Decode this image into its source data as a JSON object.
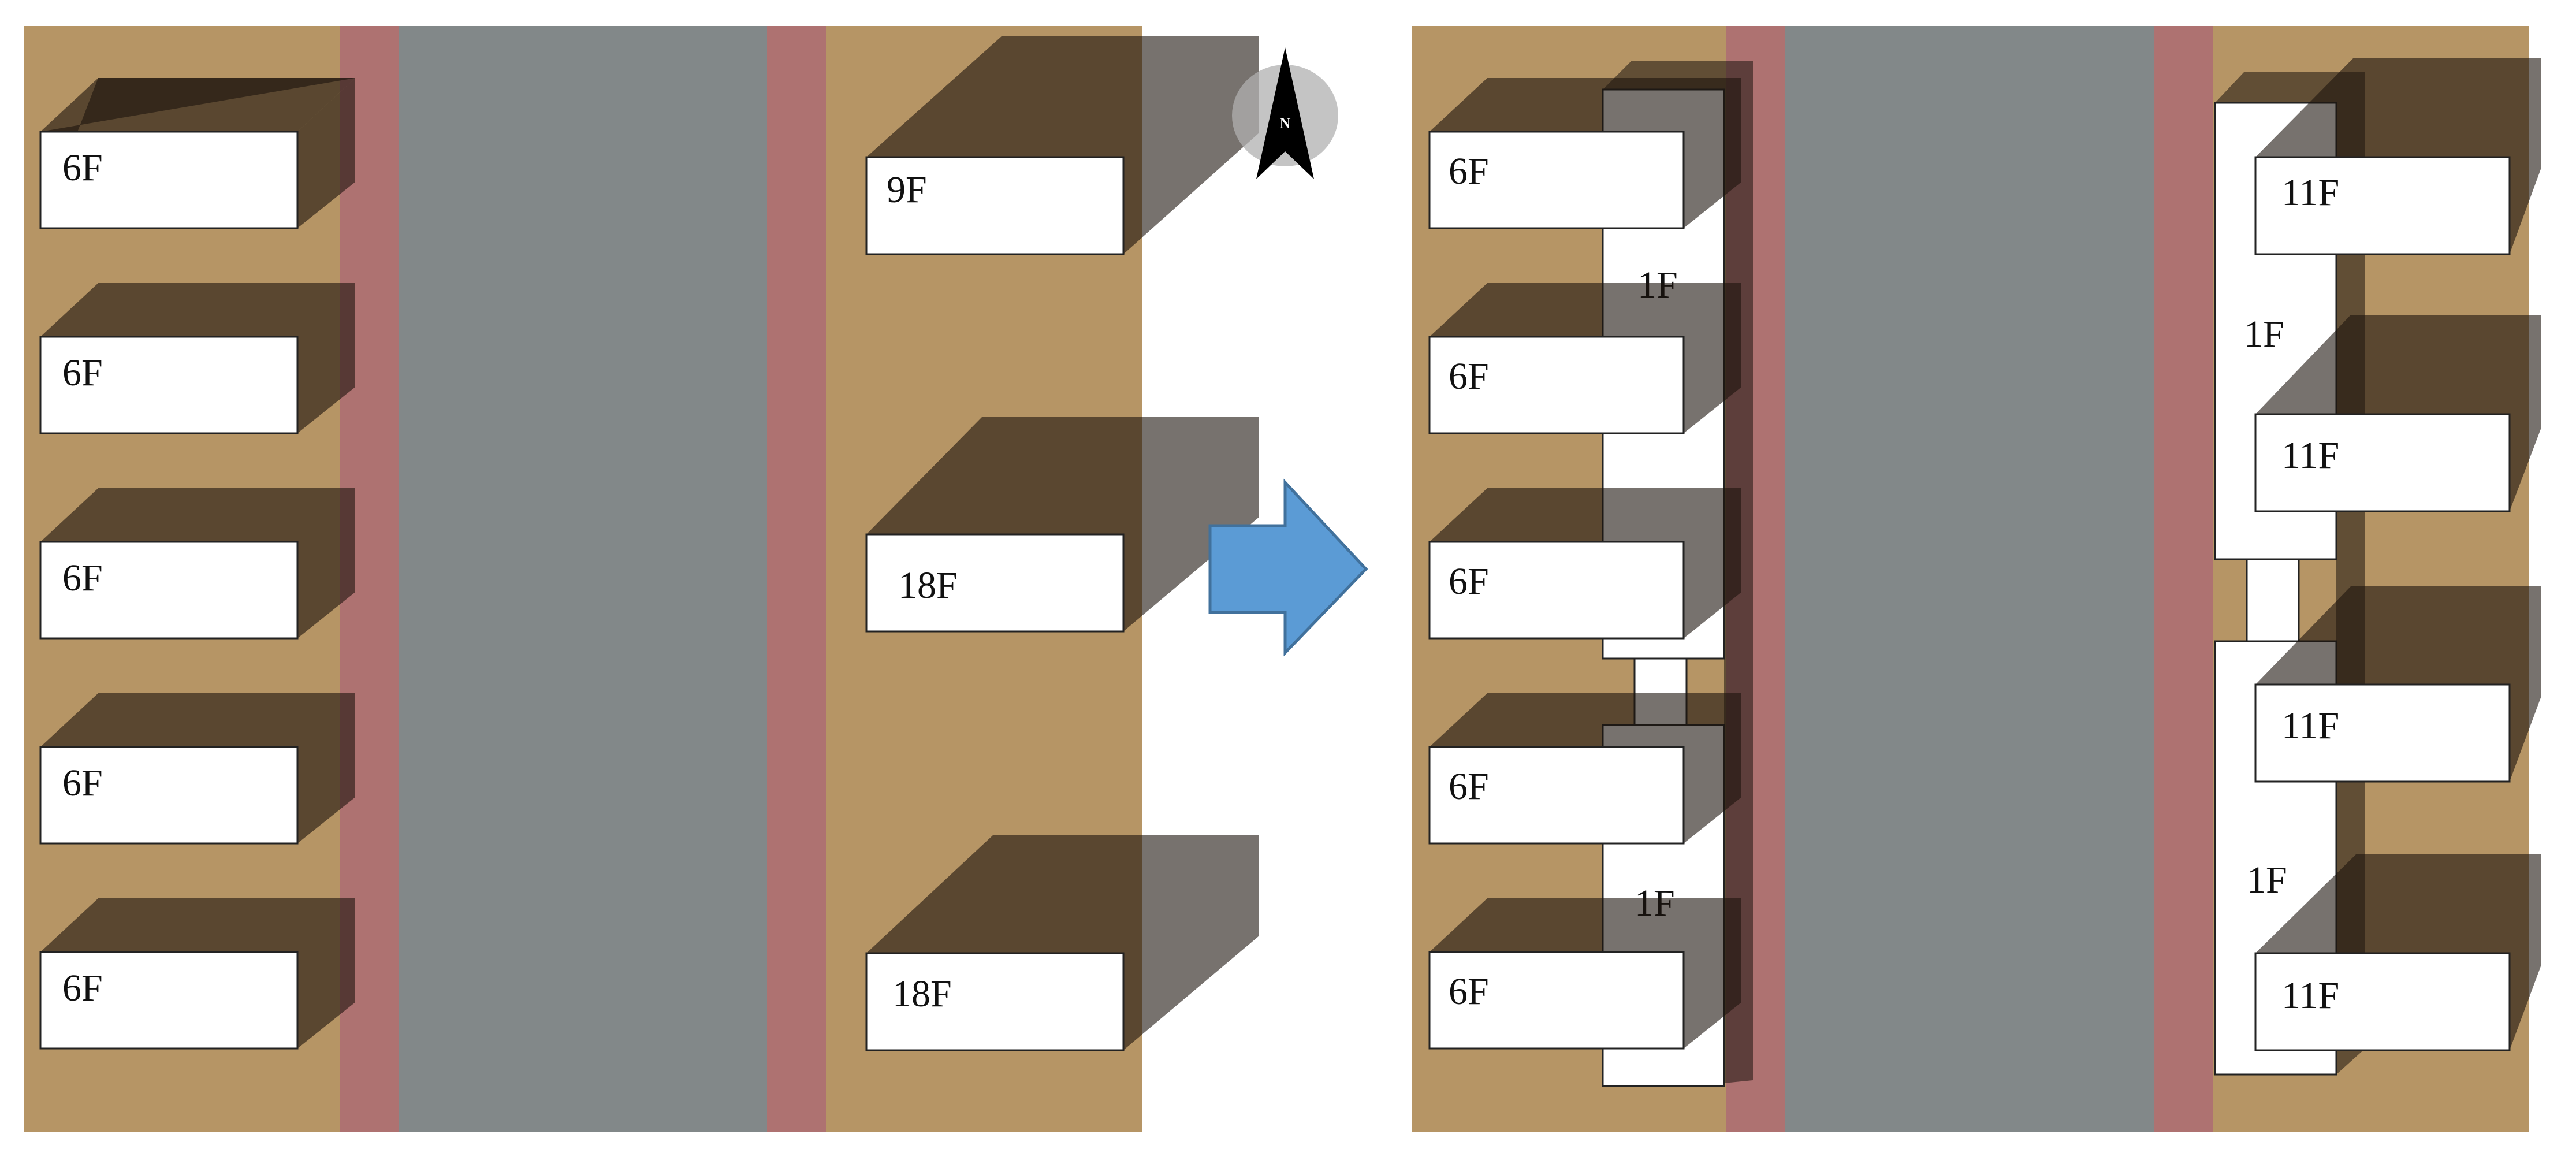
{
  "colors": {
    "ground": "#B69565",
    "road": "#828889",
    "sidewalk": "#AE7271",
    "shadow": "#1C140E",
    "building": "#FFFFFF",
    "outline": "#222222",
    "arrow": "#5B9BD5",
    "arrow_edge": "#41719C",
    "compass_disc": "#B0B0B0"
  },
  "compass": {
    "label": "N"
  },
  "before": {
    "west_buildings": [
      "6F",
      "6F",
      "6F",
      "6F",
      "6F"
    ],
    "east_buildings": [
      "9F",
      "18F",
      "18F"
    ]
  },
  "after": {
    "west_buildings": [
      "6F",
      "6F",
      "6F",
      "6F",
      "6F"
    ],
    "west_podiums": [
      "1F",
      "1F"
    ],
    "east_buildings": [
      "11F",
      "11F",
      "11F",
      "11F"
    ],
    "east_podiums": [
      "1F",
      "1F"
    ]
  },
  "arrow": {
    "icon": "right-arrow-icon"
  }
}
